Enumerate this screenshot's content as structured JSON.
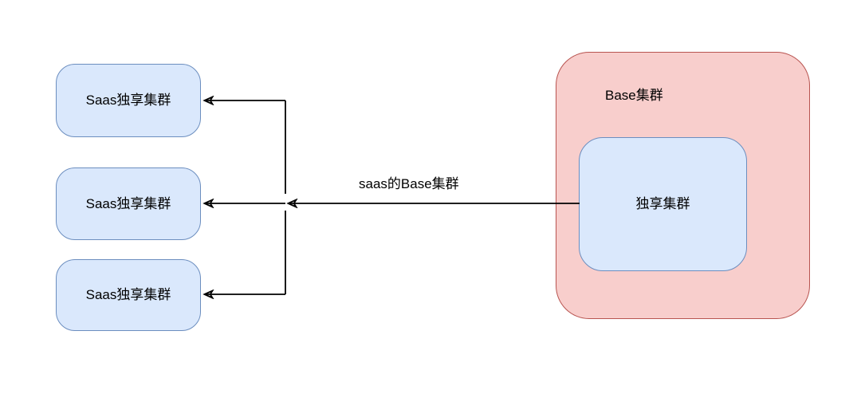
{
  "diagram": {
    "saas_boxes": [
      {
        "label": "Saas独享集群"
      },
      {
        "label": "Saas独享集群"
      },
      {
        "label": "Saas独享集群"
      }
    ],
    "base_cluster": {
      "label": "Base集群",
      "inner_box": {
        "label": "独享集群"
      }
    },
    "arrow_label": "saas的Base集群",
    "colors": {
      "blue_fill": "#dae8fc",
      "blue_border": "#6c8ebf",
      "red_fill": "#f8cecc",
      "red_border": "#b85450",
      "line": "#000000",
      "background": "#ffffff",
      "text": "#000000"
    }
  }
}
